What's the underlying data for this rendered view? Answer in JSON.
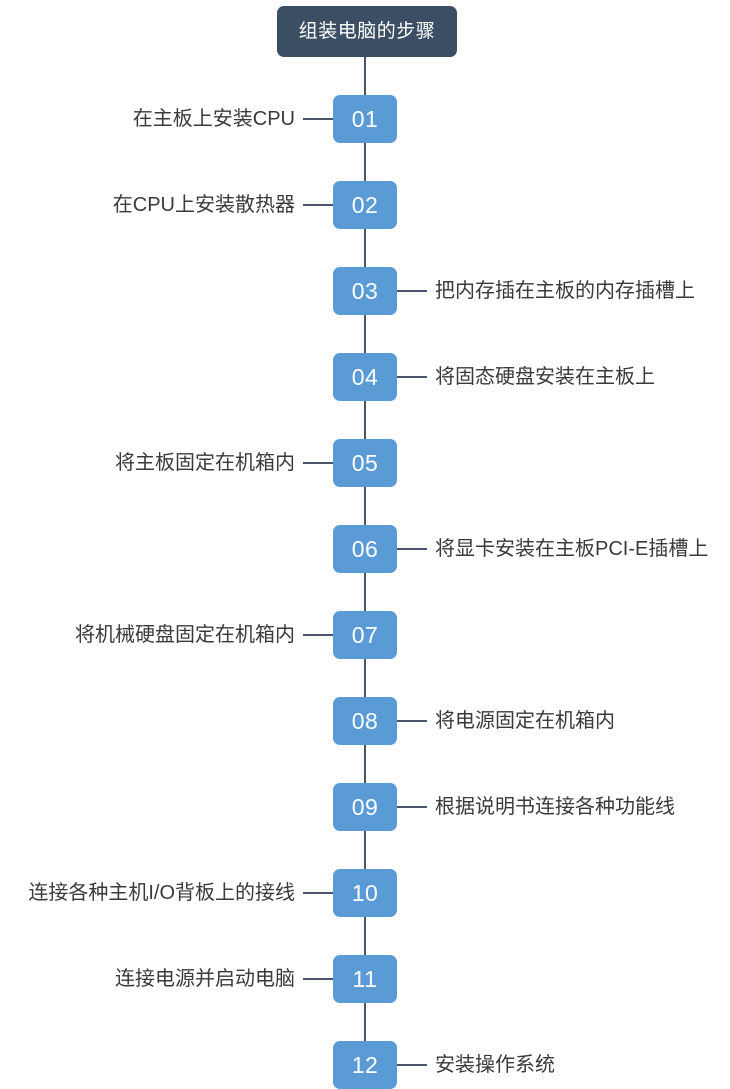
{
  "diagram": {
    "title": "组装电脑的步骤",
    "colors": {
      "title_box": "#3b4e63",
      "step_box": "#5b9bd5",
      "connector": "#4a5568",
      "label_text": "#3a3a3a",
      "box_text": "#ffffff",
      "background": "#ffffff"
    },
    "steps": [
      {
        "number": "01",
        "label": "在主板上安装CPU",
        "side": "left"
      },
      {
        "number": "02",
        "label": "在CPU上安装散热器",
        "side": "left"
      },
      {
        "number": "03",
        "label": "把内存插在主板的内存插槽上",
        "side": "right"
      },
      {
        "number": "04",
        "label": "将固态硬盘安装在主板上",
        "side": "right"
      },
      {
        "number": "05",
        "label": "将主板固定在机箱内",
        "side": "left"
      },
      {
        "number": "06",
        "label": "将显卡安装在主板PCI-E插槽上",
        "side": "right"
      },
      {
        "number": "07",
        "label": "将机械硬盘固定在机箱内",
        "side": "left"
      },
      {
        "number": "08",
        "label": "将电源固定在机箱内",
        "side": "right"
      },
      {
        "number": "09",
        "label": "根据说明书连接各种功能线",
        "side": "right"
      },
      {
        "number": "10",
        "label": "连接各种主机I/O背板上的接线",
        "side": "left"
      },
      {
        "number": "11",
        "label": "连接电源并启动电脑",
        "side": "left"
      },
      {
        "number": "12",
        "label": "安装操作系统",
        "side": "right"
      }
    ]
  }
}
